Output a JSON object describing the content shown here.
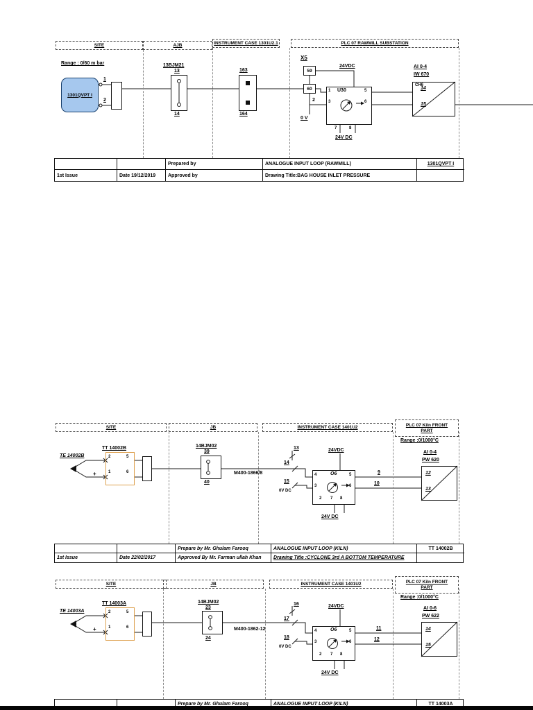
{
  "colors": {
    "transmitter_fill": "#a6c8ee",
    "tt_border": "#dd9f4c"
  },
  "d1": {
    "col_site": "SITE",
    "col_ajb": "AJB",
    "col_case": "INSTRUMENT CASE 1301U2.1",
    "col_plc": "PLC 07 RAWMILL SUBSTATION",
    "range": "Range : 0/60 m bar",
    "tx_tag": "1301QVPT I",
    "wire1": "1",
    "wire2": "2",
    "jb_tag": "13BJM21",
    "jb_top": "13",
    "jb_bot": "14",
    "case_top": "163",
    "case_bot": "164",
    "x5": "X5",
    "x5_a": "59",
    "x5_b": "60",
    "x5_c": "2",
    "x5_0v": "0 V",
    "supply": "24VDC",
    "iso_tag": "U30",
    "iso_t1": "1",
    "iso_t3": "3",
    "iso_t5": "5",
    "iso_t6": "6",
    "iso_t7": "7",
    "iso_t8": "8",
    "iso_supply": "24V DC",
    "card_type": "AI 0-4",
    "card_addr": "IW 670",
    "card_ch": "CH6",
    "card_t1": "14",
    "card_t2": "15",
    "tb": {
      "issue": "1st Issue",
      "date": "Date 19/12/2019",
      "prepared": "Prepared by",
      "approved": "Approved by",
      "loop_title": "ANALOGUE INPUT LOOP (RAWMILL)",
      "drawing_title": "Drawing Title:BAG HOUSE INLET PRESSURE",
      "tag": "1301QVPT I"
    }
  },
  "d2": {
    "col_site": "SITE",
    "col_jb": "JB",
    "col_case": "INSTRUMENT CASE 1401U2",
    "col_plc_1": "PLC 07 Kiln FRONT",
    "col_plc_2": "PART",
    "range": "Range :0/1000°C",
    "te_tag": "TE 14002B",
    "plus": "+",
    "tt_tag": "TT 14002B",
    "tt_t_2": "2",
    "tt_t_1": "1",
    "tt_t_5": "5",
    "tt_t_6": "6",
    "jb_tag": "14BJM02",
    "jb_top": "39",
    "jb_bot": "40",
    "cable": "M400-1866/8",
    "term_spare": "13",
    "term_pos": "14",
    "term_neg": "15",
    "term_0v": "0V DC",
    "supply": "24VDC",
    "iso_tag": "O6",
    "iso_t4": "4",
    "iso_t3": "3",
    "iso_t5": "5",
    "iso_t6": "6",
    "iso_t2": "2",
    "iso_t7": "7",
    "iso_t8": "8",
    "iso_supply": "24V DC",
    "out_a": "9",
    "out_b": "10",
    "card_type": "AI 0-4",
    "card_addr": "PW 620",
    "card_t1": "12",
    "card_t2": "13",
    "tb": {
      "issue": "1st Issue",
      "date": "Date 22/02/2017",
      "prepared": "Prepare by Mr. Ghulam Farooq",
      "approved": "Approved By Mr. Farman ullah Khan",
      "loop_title": "ANALOGUE INPUT LOOP (KILN)",
      "drawing_title": "Drawing Title :CYCLONE 3rd A BOTTOM TEMPERATURE",
      "tag": "TT 14002B"
    }
  },
  "d3": {
    "col_site": "SITE",
    "col_jb": "JB",
    "col_case": "INSTRUMENT CASE 1401U2",
    "col_plc_1": "PLC 07 Kiln FRONT",
    "col_plc_2": "PART",
    "range": "Range :0/1000°C",
    "te_tag": "TE 14003A",
    "plus": "+",
    "tt_tag": "TT 14003A",
    "tt_t_2": "2",
    "tt_t_1": "1",
    "tt_t_5": "5",
    "tt_t_6": "6",
    "jb_tag": "14BJM02",
    "jb_top": "23",
    "jb_bot": "24",
    "cable": "M400-1862-12",
    "term_spare": "16",
    "term_pos": "17",
    "term_neg": "18",
    "term_0v": "0V DC",
    "supply": "24VDC",
    "iso_tag": "O6",
    "iso_t4": "4",
    "iso_t3": "3",
    "iso_t5": "5",
    "iso_t6": "6",
    "iso_t2": "2",
    "iso_t7": "7",
    "iso_t8": "8",
    "iso_supply": "24V DC",
    "out_a": "11",
    "out_b": "12",
    "card_type": "AI 0-6",
    "card_addr": "PW 622",
    "card_t1": "14",
    "card_t2": "15",
    "tb": {
      "prepared": "Prepare by Mr. Ghulam Farooq",
      "loop_title": "ANALOGUE INPUT LOOP (KILN)",
      "tag": "TT 14003A"
    }
  }
}
